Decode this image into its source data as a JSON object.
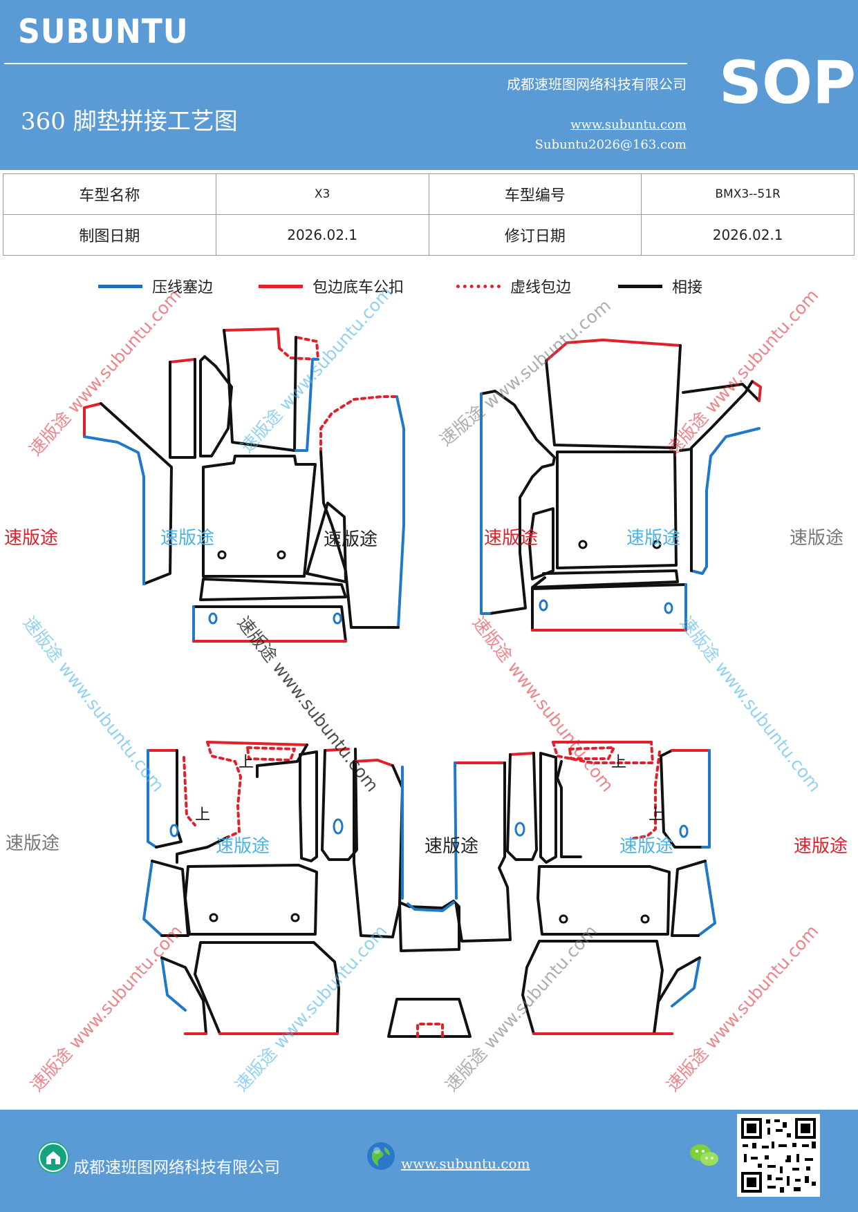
{
  "header": {
    "brand": "SUBUNTU",
    "title": "360 脚垫拼接工艺图",
    "company": "成都速班图网络科技有限公司",
    "website": "www.subuntu.com",
    "email": "Subuntu2026@163.com",
    "badge": "SOP"
  },
  "info_table": {
    "row1": {
      "label1": "车型名称",
      "value1": "X3",
      "label2": "车型编号",
      "value2": "BMX3--51R"
    },
    "row2": {
      "label1": "制图日期",
      "value1": "2026.02.1",
      "label2": "修订日期",
      "value2": "2026.02.1"
    }
  },
  "legend": [
    {
      "label": "压线塞边",
      "color": "#1f6fbf",
      "style": "solid"
    },
    {
      "label": "包边底车公扣",
      "color": "#e0202a",
      "style": "solid"
    },
    {
      "label": "虚线包边",
      "color": "#e0202a",
      "style": "dotted"
    },
    {
      "label": "相接",
      "color": "#111111",
      "style": "solid"
    }
  ],
  "diagram": {
    "labels": {
      "up_1": "上",
      "up_2": "上",
      "up_3": "上",
      "up_4": "上"
    }
  },
  "watermarks": {
    "brand_cn": "速版途",
    "diag_text": "速版途 www.subuntu.com",
    "diag_text_short": "www.subuntu.com",
    "colors": {
      "red": "#e0202a",
      "blue": "#4ab3e6",
      "gray": "#777777"
    }
  },
  "footer": {
    "company": "成都速班图网络科技有限公司",
    "website": "www.subuntu.com",
    "wechat_icon": "wechat-icon",
    "home_icon": "home-icon",
    "globe_icon": "globe-icon",
    "qr_icon": "qr-code"
  }
}
